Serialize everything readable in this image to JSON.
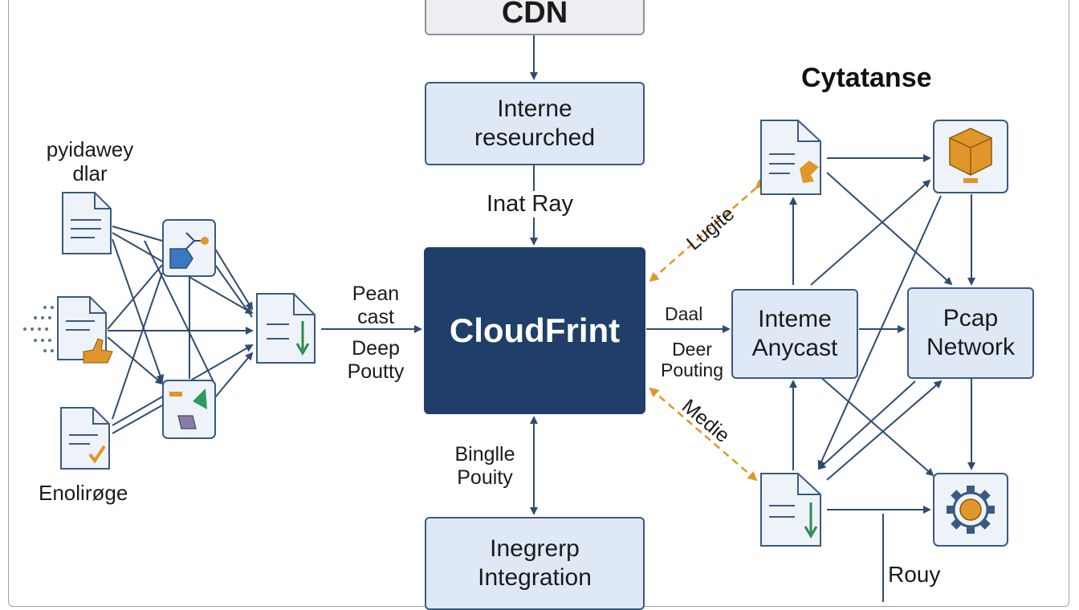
{
  "diagram": {
    "title_right": "Cytatanse",
    "nodes": {
      "cdn": "CDN",
      "internet_research": [
        "Interne",
        "reseurched"
      ],
      "cloudfront": "CloudFrint",
      "integration": [
        "Inegrerp",
        "Integration"
      ],
      "anycast": [
        "Inteme",
        "Anycast"
      ],
      "pcap": [
        "Pcap",
        "Network"
      ]
    },
    "left_labels": {
      "top": [
        "pyidawey",
        "dlar"
      ],
      "bottom": "Enolirøge"
    },
    "edge_labels": {
      "inat_ray": "Inat Ray",
      "pean_cast": [
        "Pean",
        "cast"
      ],
      "deep_pouty": [
        "Deep",
        "Poutty"
      ],
      "binglle_pouity": [
        "Binglle",
        "Pouity"
      ],
      "daal": "Daal",
      "deer_pouting": [
        "Deer",
        "Pouting"
      ],
      "lugite": "Lugite",
      "medie": "Medie",
      "rouy": "Rouy"
    },
    "icons": [
      "document-icon",
      "document-thumbs-up-icon",
      "document-check-icon",
      "shapes-tile-icon",
      "shapes-tile-icon-2",
      "document-download-icon",
      "document-transfer-icon",
      "storage-cube-icon",
      "document-download-icon-2",
      "gear-icon"
    ],
    "colors": {
      "primary_dark": "#1f3f6a",
      "node_fill": "#dfe9f6",
      "edge": "#2f4b70",
      "accent_orange": "#e0962a"
    }
  }
}
